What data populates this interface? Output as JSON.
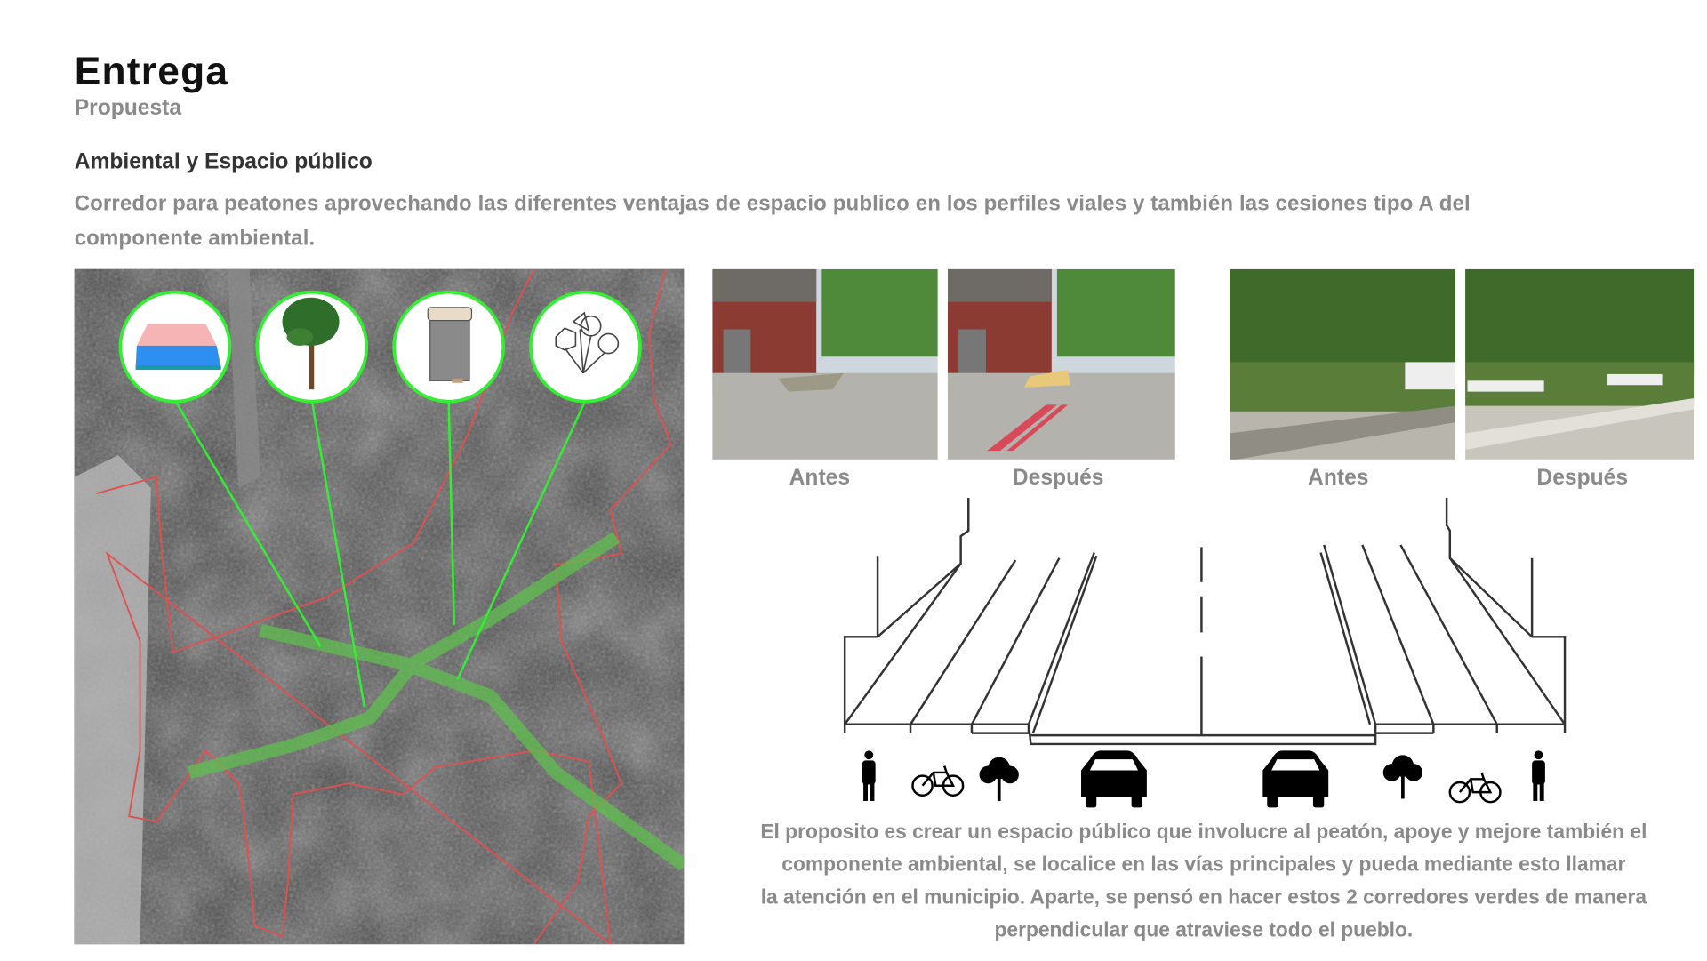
{
  "header": {
    "title": "Entrega",
    "subtitle": "Propuesta"
  },
  "section": {
    "heading": "Ambiental y Espacio público",
    "description": "Corredor para peatones aprovechando las diferentes ventajas de espacio publico en los perfiles viales y también las cesiones tipo A del componente ambiental."
  },
  "map": {
    "icons": [
      "pavement-layer-icon",
      "tree-icon",
      "trash-bin-icon",
      "street-signs-icon"
    ],
    "boundary_color": "#e05050",
    "corridor_color": "#5fbf4f",
    "callout_color": "#33ee33"
  },
  "photos": [
    {
      "caption": "Antes",
      "scene": "street-corner-before"
    },
    {
      "caption": "Después",
      "scene": "street-corner-after"
    },
    {
      "caption": "Antes",
      "scene": "park-edge-before"
    },
    {
      "caption": "Después",
      "scene": "park-edge-after"
    }
  ],
  "road_profile": {
    "icons": [
      "pedestrian-icon",
      "bicycle-icon",
      "tree-icon",
      "car-icon",
      "car-icon",
      "tree-icon",
      "bicycle-icon",
      "pedestrian-icon"
    ]
  },
  "closing": {
    "lines": [
      "El proposito es crear un espacio público que involucre al peatón, apoye y mejore también el",
      "componente ambiental, se localice en las vías principales y pueda mediante esto llamar",
      "la atención en el municipio. Aparte, se pensó en hacer estos 2 corredores verdes de manera",
      "perpendicular que atraviese todo el pueblo."
    ]
  }
}
